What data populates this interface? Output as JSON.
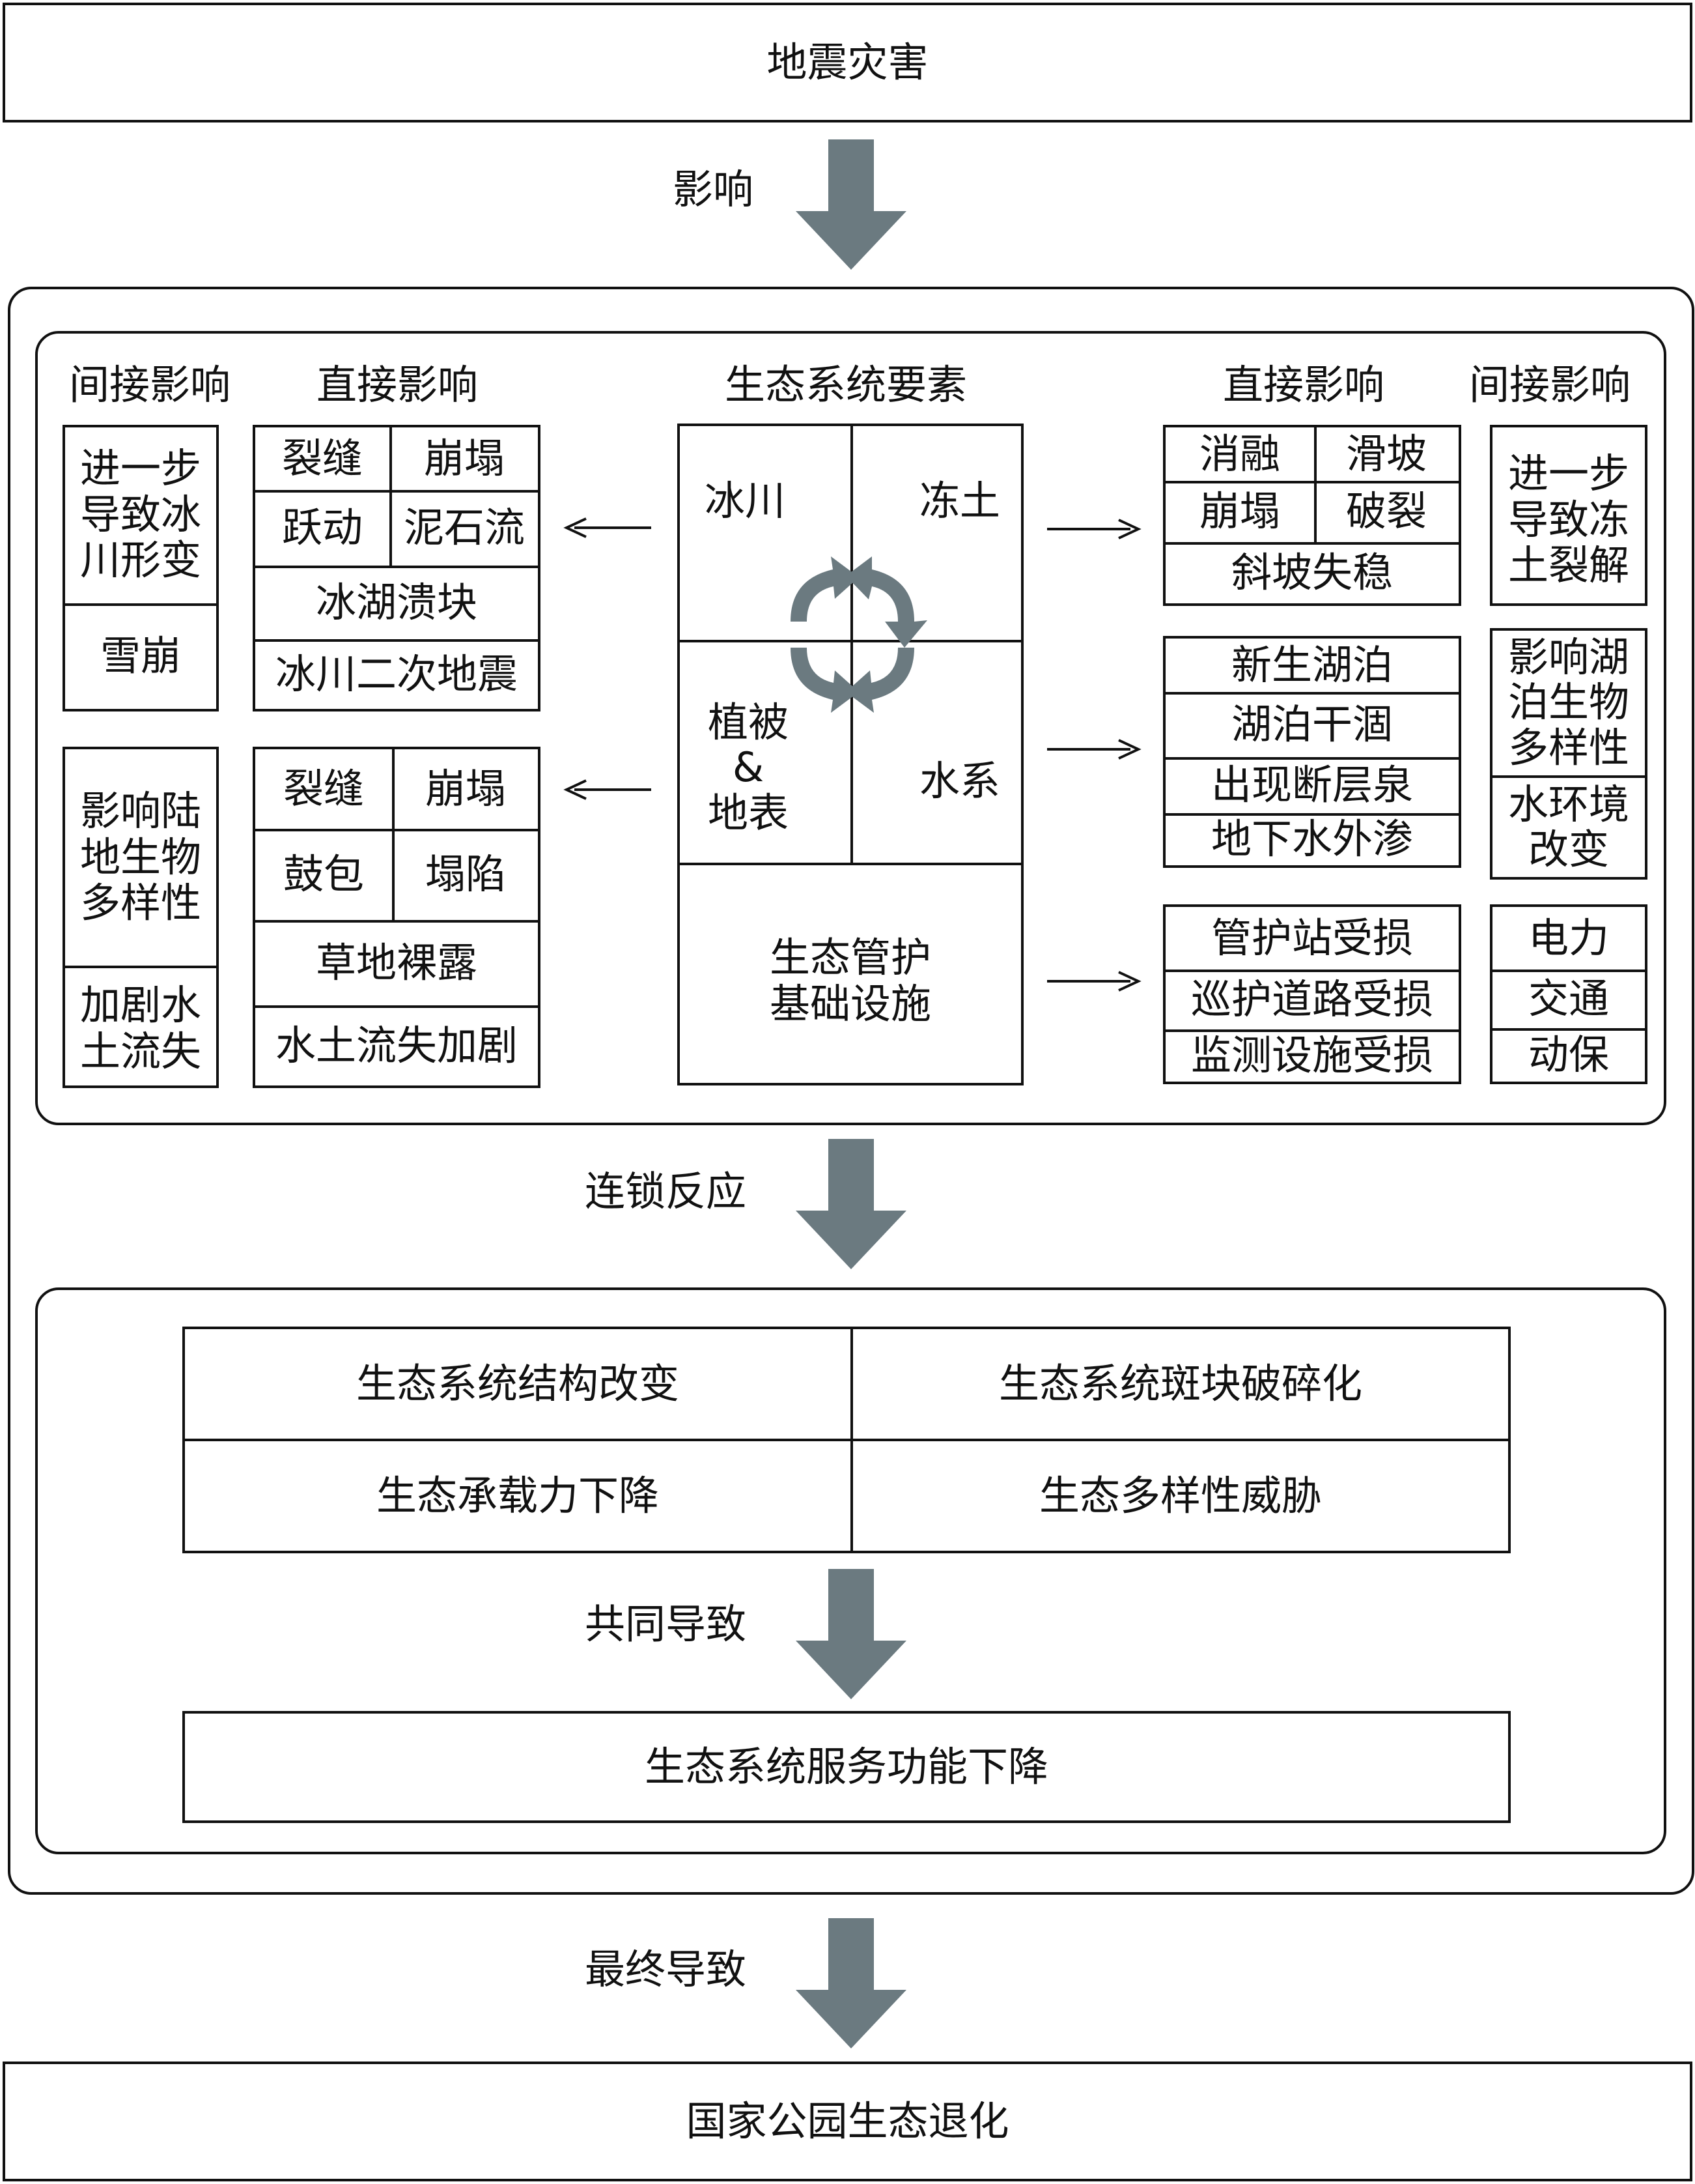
{
  "top_box": "地震灾害",
  "bottom_box": "国家公园生态退化",
  "arrow_labels": {
    "influence": "影响",
    "chain_reaction": "连锁反应",
    "jointly_cause": "共同导致",
    "finally_cause": "最终导致"
  },
  "headers": {
    "left_indirect": "间接影响",
    "left_direct": "直接影响",
    "center": "生态系统要素",
    "right_direct": "直接影响",
    "right_indirect": "间接影响"
  },
  "center_elements": {
    "glacier": "冰川",
    "frozen_soil": "冻土",
    "vegetation_line1": "植被",
    "vegetation_line2": "&",
    "vegetation_line3": "地表",
    "water": "水系",
    "infra_line1": "生态管护",
    "infra_line2": "基础设施"
  },
  "left_top_direct": {
    "a": "裂缝",
    "b": "崩塌",
    "c": "跃动",
    "d": "泥石流",
    "e": "冰湖溃块",
    "f": "冰川二次地震"
  },
  "left_top_indirect": {
    "a_line1": "进一步",
    "a_line2": "导致冰",
    "a_line3": "川形变",
    "b": "雪崩"
  },
  "left_bottom_direct": {
    "a": "裂缝",
    "b": "崩塌",
    "c": "鼓包",
    "d": "塌陷",
    "e": "草地裸露",
    "f": "水土流失加剧"
  },
  "left_bottom_indirect": {
    "a_line1": "影响陆",
    "a_line2": "地生物",
    "a_line3": "多样性",
    "b_line1": "加剧水",
    "b_line2": "土流失"
  },
  "right_top_direct": {
    "a": "消融",
    "b": "滑坡",
    "c": "崩塌",
    "d": "破裂",
    "e": "斜坡失稳"
  },
  "right_top_indirect": {
    "a_line1": "进一步",
    "a_line2": "导致冻",
    "a_line3": "土裂解"
  },
  "right_mid_direct": {
    "a": "新生湖泊",
    "b": "湖泊干涸",
    "c": "出现断层泉",
    "d": "地下水外渗"
  },
  "right_mid_indirect": {
    "a_line1": "影响湖",
    "a_line2": "泊生物",
    "a_line3": "多样性",
    "b_line1": "水环境",
    "b_line2": "改变"
  },
  "right_bottom_direct": {
    "a": "管护站受损",
    "b": "巡护道路受损",
    "c": "监测设施受损"
  },
  "right_bottom_indirect": {
    "a": "电力",
    "b": "交通",
    "c": "动保"
  },
  "effects": {
    "a": "生态系统结构改变",
    "b": "生态系统斑块破碎化",
    "c": "生态承载力下降",
    "d": "生态多样性威胁"
  },
  "service_decline": "生态系统服务功能下降",
  "colors": {
    "arrow": "#6b7a80",
    "line": "#111111"
  }
}
